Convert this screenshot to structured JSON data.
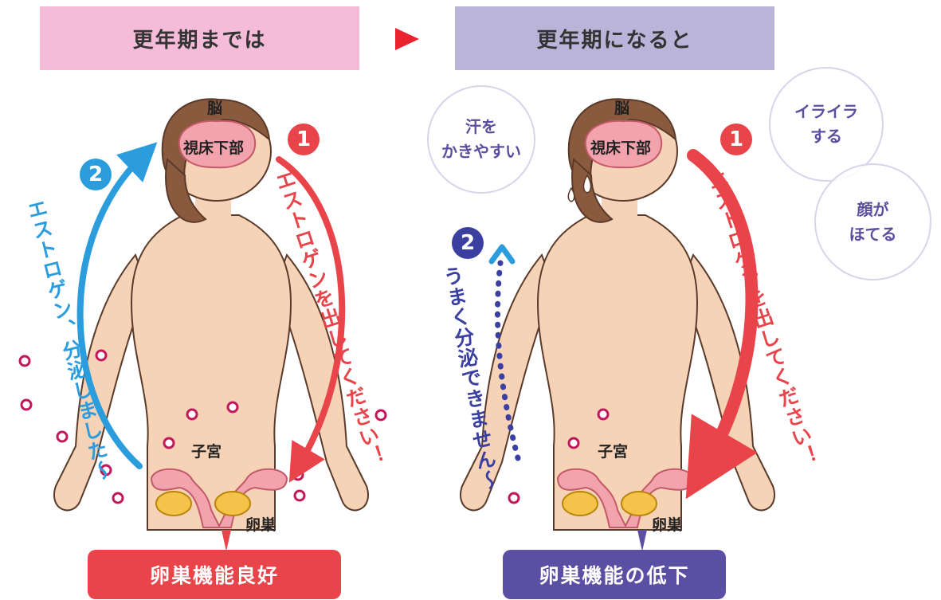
{
  "header": {
    "left": "更年期までは",
    "right": "更年期になると"
  },
  "left_panel": {
    "brain": "脳",
    "hypothalamus": "視床下部",
    "uterus": "子宮",
    "ovary": "卵巣",
    "step1_num": "1",
    "step1_text": "エストロゲンを出してください！",
    "step2_num": "2",
    "step2_text": "エストロゲン、分泌しました〜",
    "status": "卵巣機能良好"
  },
  "right_panel": {
    "brain": "脳",
    "hypothalamus": "視床下部",
    "uterus": "子宮",
    "ovary": "卵巣",
    "step1_num": "1",
    "step1_text": "エストロゲンを出してください！",
    "step2_num": "2",
    "step2_text": "うまく分泌できません〜",
    "status": "卵巣機能の低下",
    "symptoms": [
      "汗を\nかきやすい",
      "イライラ\nする",
      "顔が\nほてる"
    ]
  },
  "colors": {
    "red": "#e8444a",
    "blue": "#2b9ddc",
    "purple": "#5b4fa3",
    "pink_header": "#f5bcd9",
    "lavender_header": "#bbb4d9"
  }
}
